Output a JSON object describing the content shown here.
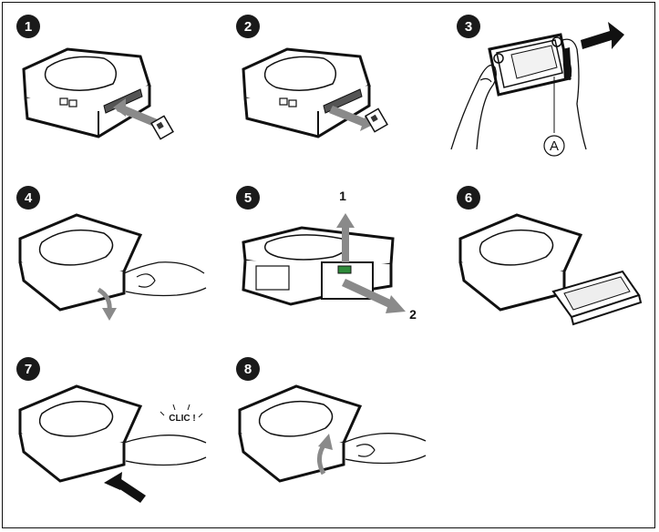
{
  "steps": [
    {
      "number": "1"
    },
    {
      "number": "2"
    },
    {
      "number": "3",
      "callout": "A"
    },
    {
      "number": "4"
    },
    {
      "number": "5",
      "arrow_labels": [
        "1",
        "2"
      ]
    },
    {
      "number": "6"
    },
    {
      "number": "7",
      "sound_label": "CLIC !"
    },
    {
      "number": "8"
    }
  ],
  "colors": {
    "ink": "#111111",
    "badge": "#1a1a1a",
    "latch_green": "#2e8b3a",
    "arrow_grey": "#7a7a7a"
  }
}
